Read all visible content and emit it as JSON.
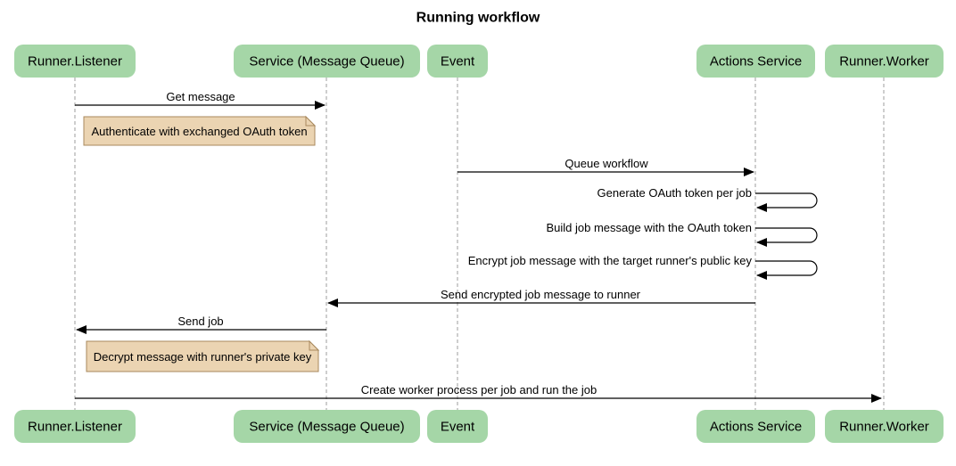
{
  "title": "Running workflow",
  "colors": {
    "background": "#ffffff",
    "actor_fill": "#a5d6a7",
    "note_fill": "#ebd4b2",
    "note_border": "#a8895d",
    "lifeline": "#9e9e9e",
    "arrow": "#000000",
    "text": "#000000"
  },
  "actors": [
    {
      "id": "runner-listener",
      "label": "Runner.Listener"
    },
    {
      "id": "service-message-queue",
      "label": "Service (Message Queue)"
    },
    {
      "id": "event",
      "label": "Event"
    },
    {
      "id": "actions-service",
      "label": "Actions Service"
    },
    {
      "id": "runner-worker",
      "label": "Runner.Worker"
    }
  ],
  "messages": [
    {
      "from": "Runner.Listener",
      "to": "Service (Message Queue)",
      "type": "arrow",
      "label": "Get message"
    },
    {
      "from": "Event",
      "to": "Actions Service",
      "type": "arrow",
      "label": "Queue workflow"
    },
    {
      "from": "Actions Service",
      "to": "Actions Service",
      "type": "self",
      "label": "Generate OAuth token per job"
    },
    {
      "from": "Actions Service",
      "to": "Actions Service",
      "type": "self",
      "label": "Build job message with the OAuth token"
    },
    {
      "from": "Actions Service",
      "to": "Actions Service",
      "type": "self",
      "label": "Encrypt job message with the target runner's public key"
    },
    {
      "from": "Actions Service",
      "to": "Service (Message Queue)",
      "type": "arrow",
      "label": "Send encrypted job message to runner"
    },
    {
      "from": "Service (Message Queue)",
      "to": "Runner.Listener",
      "type": "arrow",
      "label": "Send job"
    },
    {
      "from": "Runner.Listener",
      "to": "Runner.Worker",
      "type": "arrow",
      "label": "Create worker process per job and run the job"
    }
  ],
  "notes": [
    {
      "over": "Runner.Listener",
      "label": "Authenticate with exchanged OAuth token"
    },
    {
      "over": "Runner.Listener",
      "label": "Decrypt message with runner's private key"
    }
  ]
}
